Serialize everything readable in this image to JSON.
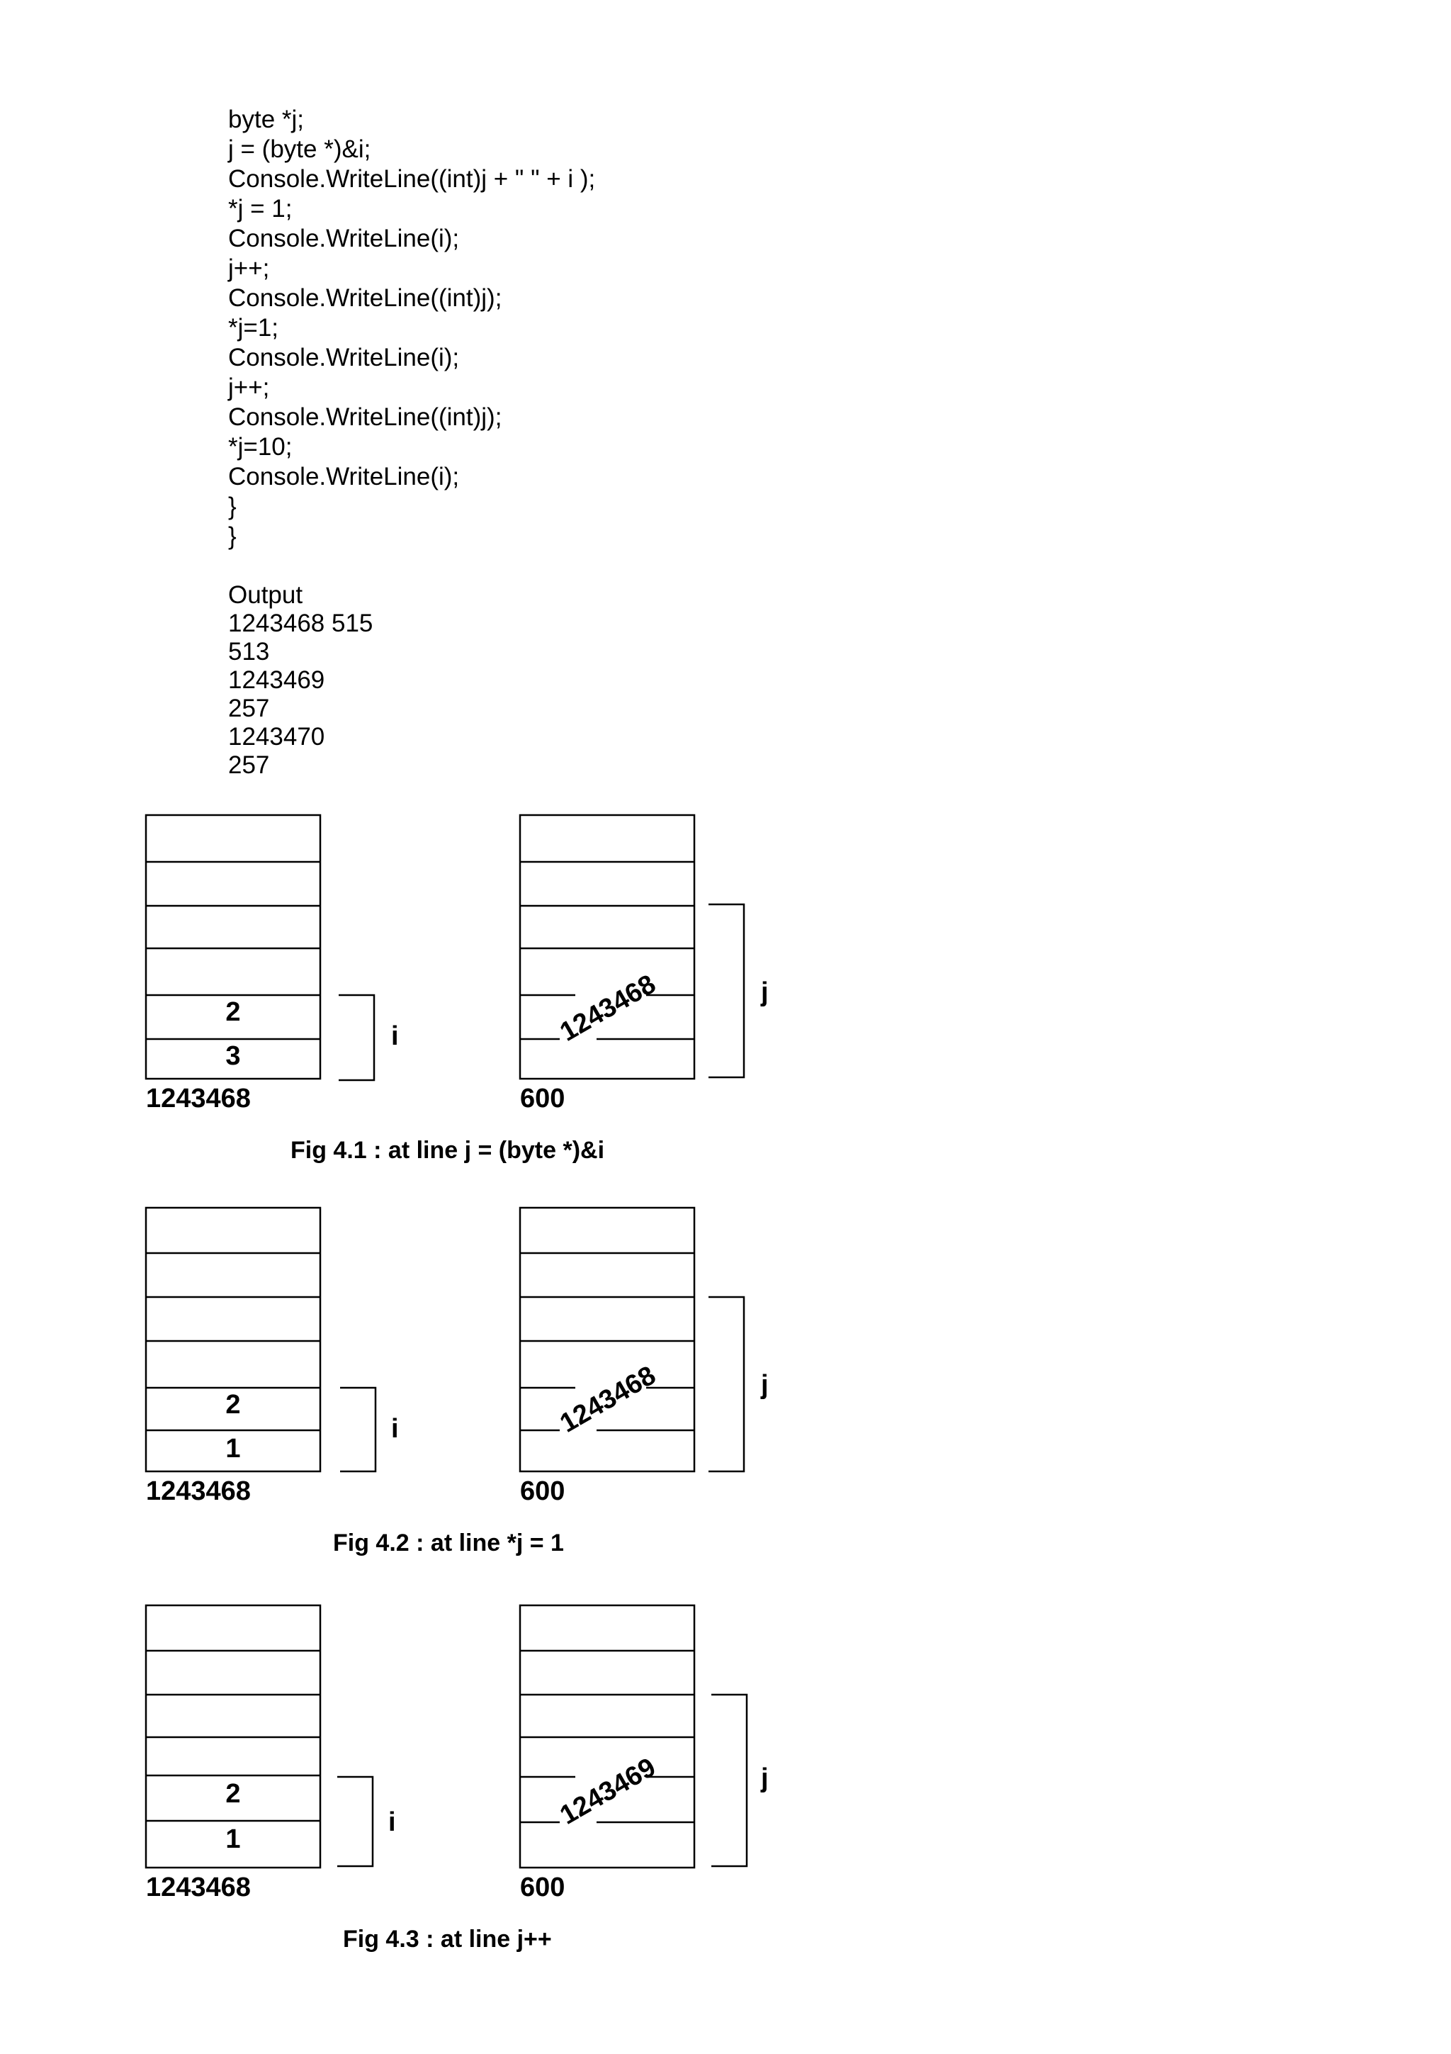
{
  "code": {
    "lines": [
      "byte *j;",
      "j = (byte *)&i;",
      "Console.WriteLine((int)j + \" \" + i );",
      "*j = 1;",
      "Console.WriteLine(i);",
      "j++;",
      "Console.WriteLine((int)j);",
      "*j=1;",
      "Console.WriteLine(i);",
      "j++;",
      "Console.WriteLine((int)j);",
      "*j=10;",
      "Console.WriteLine(i);",
      "}",
      "}"
    ]
  },
  "output": {
    "heading": "Output",
    "lines": [
      "1243468 515",
      "513",
      "1243469",
      "257",
      "1243470",
      "257"
    ]
  },
  "figures": [
    {
      "i_cells": [
        "2",
        "3"
      ],
      "i_label": "i",
      "i_address": "1243468",
      "j_value": "1243468",
      "j_label": "j",
      "j_address": "600",
      "caption": "Fig 4.1 : at line j = (byte *)&i"
    },
    {
      "i_cells": [
        "2",
        "1"
      ],
      "i_label": "i",
      "i_address": "1243468",
      "j_value": "1243468",
      "j_label": "j",
      "j_address": "600",
      "caption": "Fig 4.2 : at line *j = 1"
    },
    {
      "i_cells": [
        "2",
        "1"
      ],
      "i_label": "i",
      "i_address": "1243468",
      "j_value": "1243469",
      "j_label": "j",
      "j_address": "600",
      "caption": "Fig 4.3 : at line j++"
    }
  ]
}
